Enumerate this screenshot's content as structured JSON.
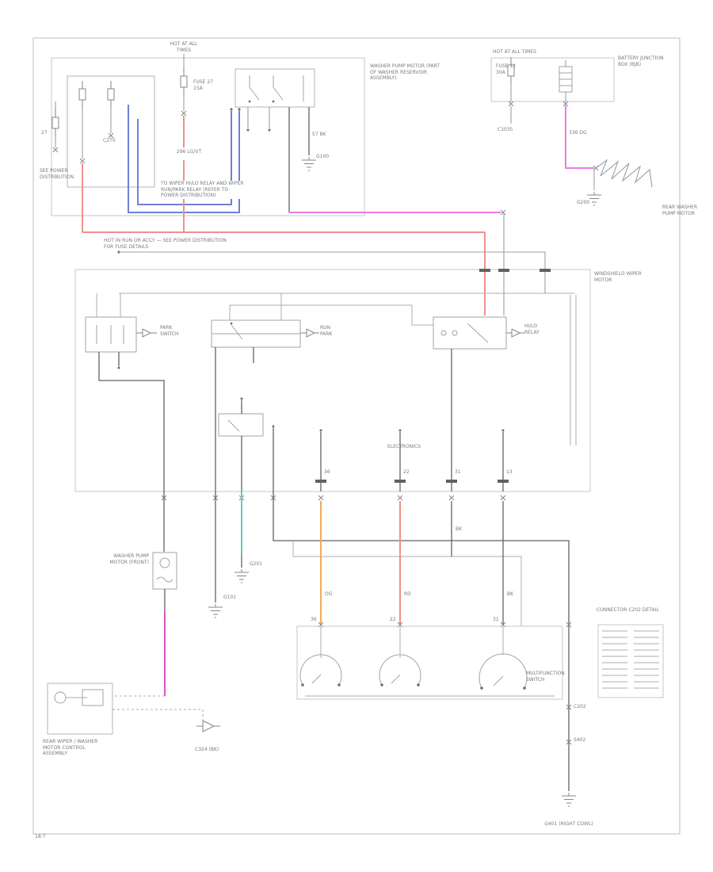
{
  "page": {
    "footer": "18-7"
  },
  "colors": {
    "red": "#f0908c",
    "blue": "#6f80d6",
    "pink": "#e77de7",
    "magenta": "#d957c8",
    "orange": "#f2a95c",
    "teal": "#66c9bd",
    "dark": "#5f6468",
    "box": "#c3c7cb"
  },
  "labels": {
    "hot_top_center": "HOT AT ALL TIMES",
    "fuse_top_center": "FUSE 27 15A",
    "hot_top_right": "HOT AT ALL TIMES",
    "bjb": "BATTERY JUNCTION BOX (BJB)",
    "fuse_right": "FUSE 12 30A",
    "washer_block": "WASHER PUMP MOTOR (PART OF WASHER RESERVOIR ASSEMBLY)",
    "g100": "G100",
    "w57": "57 BK",
    "note_blue": "TO WIPER HI/LO RELAY AND WIPER RUN/PARK RELAY (REFER TO POWER DISTRIBUTION)",
    "note_red": "HOT IN RUN OR ACCY — SEE POWER DISTRIBUTION FOR FUSE DETAILS",
    "w296": "296 LG/VT",
    "w336": "336 DG",
    "rear_washer": "REAR WASHER PUMP MOTOR",
    "g200": "G200",
    "c1035": "C1035",
    "wiper_motor": "WINDSHIELD WIPER MOTOR",
    "park": "PARK SWITCH",
    "runpark": "RUN PARK",
    "hilo": "HI/LO RELAY",
    "electronics": "ELECTRONICS",
    "pin36": "36",
    "pin22": "22",
    "pin31": "31",
    "pin13": "13",
    "row36": "36",
    "row22": "22",
    "row31": "31",
    "washer_pump": "WASHER PUMP MOTOR (FRONT)",
    "g101": "G101",
    "g201": "G201",
    "wog": "OG",
    "wrd": "RD",
    "wbk": "BK",
    "wbk2": "BK",
    "msw": "MULTIFUNCTION SWITCH",
    "c202_detail": "CONNECTOR C202 DETAIL",
    "module": "REAR WIPER / WASHER MOTOR CONTROL ASSEMBLY",
    "c324": "C324 (BK)",
    "g401": "G401 (RIGHT COWL)",
    "c202s": "C202",
    "s402": "S402",
    "see_pd": "SEE POWER DISTRIBUTION",
    "c270": "C270",
    "f27": "27",
    "footer": "18-7"
  }
}
